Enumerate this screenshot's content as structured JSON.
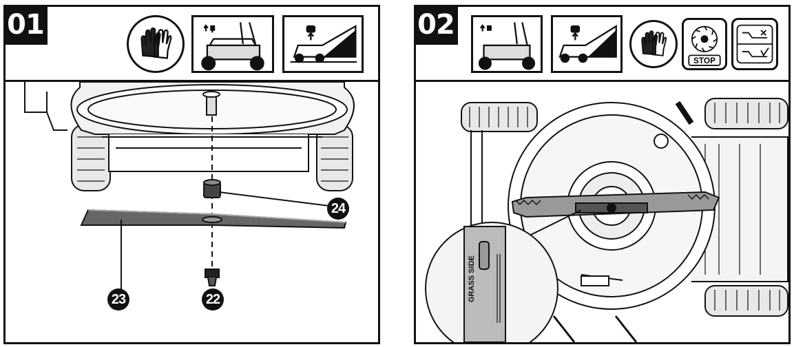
{
  "panel1": {
    "step": "01",
    "icons": [
      "gloves-icon",
      "remove-spark-plug-icon",
      "tip-mower-icon"
    ],
    "callouts": {
      "nut": "24",
      "blade": "23",
      "bolt": "22"
    }
  },
  "panel2": {
    "step": "02",
    "icons": [
      "remove-spark-plug-icon",
      "tip-mower-icon",
      "gloves-icon",
      "blade-stop-icon",
      "wear-inspection-icon"
    ],
    "stop_label": "STOP",
    "blade_label": "GRASS SIDE"
  }
}
